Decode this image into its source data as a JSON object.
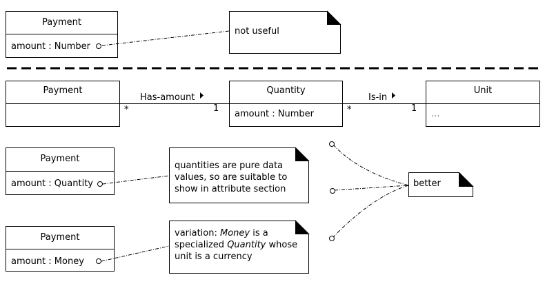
{
  "top": {
    "class_name": "Payment",
    "attribute": "amount : Number",
    "note": "not useful"
  },
  "model": {
    "payment": {
      "name": "Payment",
      "attribute": ""
    },
    "quantity": {
      "name": "Quantity",
      "attribute": "amount : Number"
    },
    "unit": {
      "name": "Unit",
      "attribute": "..."
    },
    "assoc1": {
      "label": "Has-amount",
      "mult_left": "*",
      "mult_right": "1"
    },
    "assoc2": {
      "label": "Is-in",
      "mult_left": "*",
      "mult_right": "1"
    }
  },
  "mid": {
    "class_name": "Payment",
    "attribute": "amount : Quantity",
    "note": [
      "quantities are pure data",
      "values, so are suitable to",
      "show in attribute section"
    ]
  },
  "bottom": {
    "class_name": "Payment",
    "attribute": "amount : Money",
    "note": {
      "l1a": "variation: ",
      "l1b": "Money",
      "l1c": " is a",
      "l2a": "specialized ",
      "l2b": "Quantity",
      "l2c": " whose",
      "l3": "unit is a currency"
    }
  },
  "better_note": "better"
}
